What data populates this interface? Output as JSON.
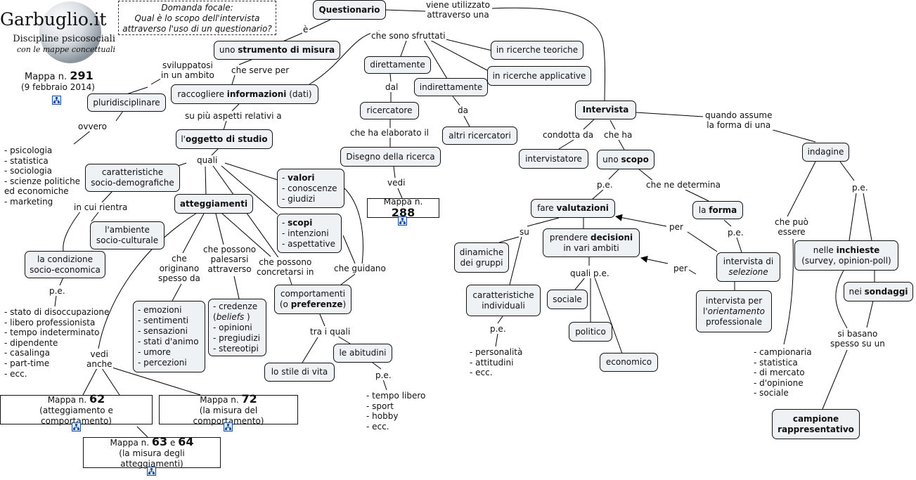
{
  "logo": {
    "name": "Garbuglio.it",
    "line1": "Discipline psicosociali",
    "line2": "con le mappe concettuali"
  },
  "map_info": {
    "prefix": "Mappa n.",
    "number": "291",
    "date": "(9 febbraio 2014)"
  },
  "focal": {
    "line1": "Domanda focale:",
    "line2": "Qual è lo scopo dell'intervista",
    "line3": "attraverso l'uso di un questionario?"
  },
  "nodes": {
    "questionario": "Questionario",
    "strumento_pre": "uno ",
    "strumento_bold": "strumento di misura",
    "raccogliere_pre": "raccogliere ",
    "raccogliere_bold": "informazioni",
    "raccogliere_post": " (dati)",
    "pluridisciplinare": "pluridisciplinare",
    "oggetto_pre": "l'",
    "oggetto_bold": "oggetto di studio",
    "caratteristiche_socio": "caratteristiche socio-demografiche",
    "ambiente": "l'ambiente socio-culturale",
    "condizione": "la condizione socio-economica",
    "atteggiamenti": "atteggiamenti",
    "valori_bold": "valori",
    "valori_rest": [
      "- conoscenze",
      "- giudizi"
    ],
    "scopi_bold": "scopi",
    "scopi_rest": [
      "- intenzioni",
      "- aspettative"
    ],
    "comportamenti_l1": "comportamenti",
    "comportamenti_pre": "(o ",
    "comportamenti_bold": "preferenze",
    "comportamenti_post": ")",
    "abitudini": "le abitudini",
    "stile": "lo stile di vita",
    "emozioni": [
      "- emozioni",
      "- sentimenti",
      "- sensazioni",
      "- stati d'animo",
      "- umore",
      "- percezioni"
    ],
    "credenze": {
      "c1": "- credenze",
      "c2_pre": "(",
      "c2_it": "beliefs",
      "c2_post": " )",
      "rest": [
        "- opinioni",
        "- pregiudizi",
        "- stereotipi"
      ]
    },
    "direttamente": "direttamente",
    "indirettamente": "indirettamente",
    "ricercatore": "ricercatore",
    "disegno": "Disegno della ricerca",
    "altri_ricercatori": "altri ricercatori",
    "ricerche_teoriche": "in ricerche teoriche",
    "ricerche_applicative": "in ricerche applicative",
    "intervista": "Intervista",
    "intervistatore": "intervistatore",
    "scopo_pre": "uno ",
    "scopo_bold": "scopo",
    "valutazioni_pre": "fare ",
    "valutazioni_bold": "valutazioni",
    "forma_pre": "la ",
    "forma_bold": "forma",
    "decisioni_pre": "prendere ",
    "decisioni_bold": "decisioni",
    "decisioni_l2": "in vari ambiti",
    "dinamiche": "dinamiche dei gruppi",
    "caratteristiche_ind": "caratteristiche individuali",
    "sociale": "sociale",
    "politico": "politico",
    "economico": "economico",
    "int_selezione_l1": "intervista di",
    "int_selezione_it": "selezione",
    "int_orient_l1": "intervista per",
    "int_orient_it": "orientamento",
    "int_orient_pre": "l'",
    "int_orient_l3": "professionale",
    "indagine": "indagine",
    "inchieste_pre": "nelle ",
    "inchieste_bold": "inchieste",
    "inchieste_l2": "(survey, opinion-poll)",
    "sondaggi_pre": "nei ",
    "sondaggi_bold": "sondaggi",
    "campione_l1": "campione",
    "campione_l2": "rappresentativo"
  },
  "maps": {
    "m288": {
      "prefix": "Mappa n.",
      "num": "288"
    },
    "m62": {
      "prefix": "Mappa n.",
      "num": "62",
      "sub": "(atteggiamento e comportamento)"
    },
    "m72": {
      "prefix": "Mappa n.",
      "num": "72",
      "sub": "(la misura del comportamento)"
    },
    "m6364": {
      "prefix": "Mappa n.",
      "num1": "63",
      "mid": "e",
      "num2": "64",
      "sub": "(la misura degli atteggiamenti)"
    }
  },
  "links": {
    "e": "è",
    "viene": [
      "viene utilizzato",
      "attraverso una"
    ],
    "sviluppatosi": [
      "sviluppatosi",
      "in un ambito"
    ],
    "che_serve_per": "che serve per",
    "su_piu": "su più aspetti relativi a",
    "ovvero": "ovvero",
    "quali": "quali",
    "in_cui_rientra": "in cui rientra",
    "pe1": "p.e.",
    "che_originano": [
      "che",
      "originano",
      "spesso da"
    ],
    "che_possono_palesarsi": [
      "che possono",
      "palesarsi",
      "attraverso"
    ],
    "che_possono_concretarsi": [
      "che possono",
      "concretarsi in"
    ],
    "che_guidano": "che guidano",
    "tra_i_quali": "tra i quali",
    "pe2": "p.e.",
    "vedi_anche": [
      "vedi",
      "anche"
    ],
    "che_sono_sfruttati": "che sono sfruttati",
    "dal": "dal",
    "da": "da",
    "che_ha_elaborato": "che ha elaborato il",
    "vedi": "vedi",
    "condotta_da": "condotta da",
    "che_ha": "che ha",
    "quando_assume": [
      "quando assume",
      "la forma di una"
    ],
    "pe3": "p.e.",
    "che_ne_determina": "che ne determina",
    "su": "su",
    "quali_pe": "quali p.e.",
    "pe4": "p.e.",
    "per1": "per",
    "per2": "per",
    "pe5": "p.e.",
    "pe6": "p.e.",
    "che_puo": [
      "che può",
      "essere"
    ],
    "si_basano": [
      "si basano",
      "spesso su un"
    ]
  },
  "lists": {
    "discipline": [
      "- psicologia",
      "- statistica",
      "- sociologia",
      "- scienze politiche",
      "ed economiche",
      "- marketing"
    ],
    "condizioni": [
      "- stato di disoccupazione",
      "- libero professionista",
      "- tempo indeterminato",
      "- dipendente",
      "- casalinga",
      "- part-time",
      "- ecc."
    ],
    "tempo": [
      "- tempo libero",
      "- sport",
      "- hobby",
      "- ecc."
    ],
    "personalita": [
      "- personalità",
      "- attitudini",
      "- ecc."
    ],
    "campionaria": [
      "- campionaria",
      "- statistica",
      "- di mercato",
      "- d'opinione",
      "- sociale"
    ]
  },
  "icons": [
    "map-link-icon",
    "logo-sphere-icon",
    "arrowhead-icon"
  ]
}
